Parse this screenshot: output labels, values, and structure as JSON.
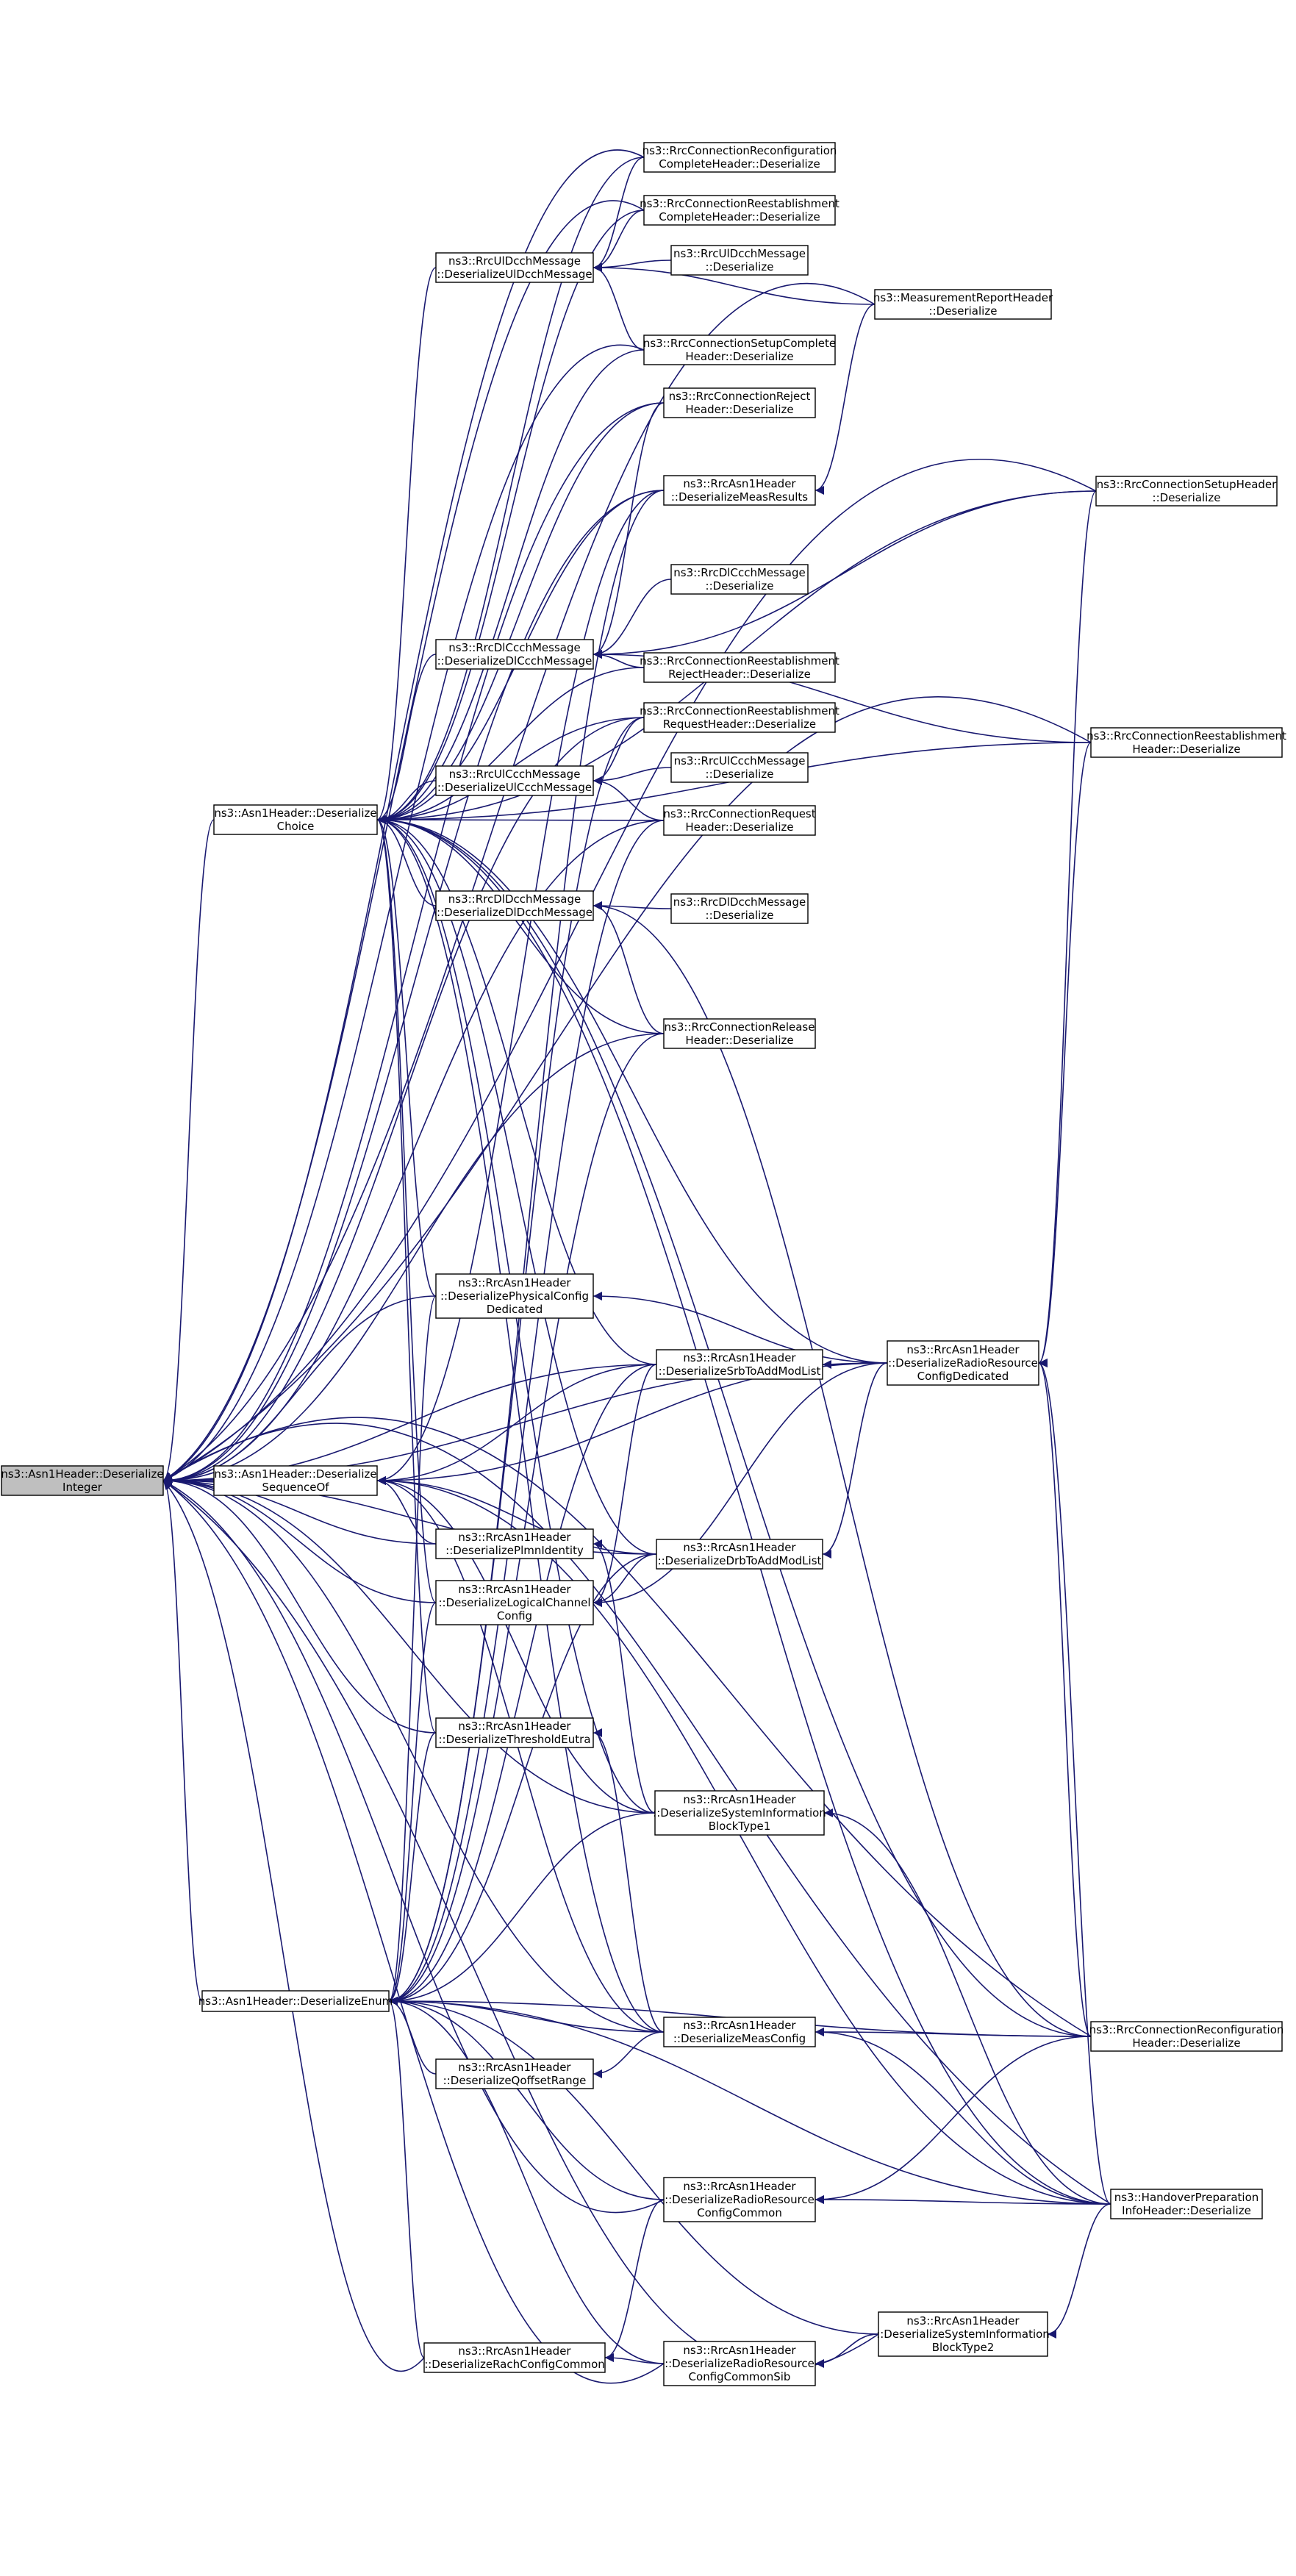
{
  "graph": {
    "edge_color": "#191970",
    "root_fill": "#bfbfbf",
    "node_fill": "#ffffff",
    "nodes": [
      {
        "id": "root",
        "lines": [
          "ns3::Asn1Header::Deserialize",
          "Integer"
        ],
        "root": true
      },
      {
        "id": "choice",
        "lines": [
          "ns3::Asn1Header::Deserialize",
          "Choice"
        ]
      },
      {
        "id": "seqof",
        "lines": [
          "ns3::Asn1Header::Deserialize",
          "SequenceOf"
        ]
      },
      {
        "id": "enum",
        "lines": [
          "ns3::Asn1Header::DeserializeEnum"
        ]
      },
      {
        "id": "ulDcch",
        "lines": [
          "ns3::RrcUlDcchMessage",
          "::DeserializeUlDcchMessage"
        ]
      },
      {
        "id": "dlCcch",
        "lines": [
          "ns3::RrcDlCcchMessage",
          "::DeserializeDlCcchMessage"
        ]
      },
      {
        "id": "ulCcch",
        "lines": [
          "ns3::RrcUlCcchMessage",
          "::DeserializeUlCcchMessage"
        ]
      },
      {
        "id": "dlDcch",
        "lines": [
          "ns3::RrcDlDcchMessage",
          "::DeserializeDlDcchMessage"
        ]
      },
      {
        "id": "physCfg",
        "lines": [
          "ns3::RrcAsn1Header",
          "::DeserializePhysicalConfig",
          "Dedicated"
        ]
      },
      {
        "id": "plmn",
        "lines": [
          "ns3::RrcAsn1Header",
          "::DeserializePlmnIdentity"
        ]
      },
      {
        "id": "logCh",
        "lines": [
          "ns3::RrcAsn1Header",
          "::DeserializeLogicalChannel",
          "Config"
        ]
      },
      {
        "id": "thresh",
        "lines": [
          "ns3::RrcAsn1Header",
          "::DeserializeThresholdEutra"
        ]
      },
      {
        "id": "qoff",
        "lines": [
          "ns3::RrcAsn1Header",
          "::DeserializeQoffsetRange"
        ]
      },
      {
        "id": "rach",
        "lines": [
          "ns3::RrcAsn1Header",
          "::DeserializeRachConfigCommon"
        ]
      },
      {
        "id": "recfgComplete",
        "lines": [
          "ns3::RrcConnectionReconfiguration",
          "CompleteHeader::Deserialize"
        ]
      },
      {
        "id": "reestComplete",
        "lines": [
          "ns3::RrcConnectionReestablishment",
          "CompleteHeader::Deserialize"
        ]
      },
      {
        "id": "ulDcchDes",
        "lines": [
          "ns3::RrcUlDcchMessage",
          "::Deserialize"
        ]
      },
      {
        "id": "setupComplete",
        "lines": [
          "ns3::RrcConnectionSetupComplete",
          "Header::Deserialize"
        ]
      },
      {
        "id": "reject",
        "lines": [
          "ns3::RrcConnectionReject",
          "Header::Deserialize"
        ]
      },
      {
        "id": "measResults",
        "lines": [
          "ns3::RrcAsn1Header",
          "::DeserializeMeasResults"
        ]
      },
      {
        "id": "dlCcchDes",
        "lines": [
          "ns3::RrcDlCcchMessage",
          "::Deserialize"
        ]
      },
      {
        "id": "reestReject",
        "lines": [
          "ns3::RrcConnectionReestablishment",
          "RejectHeader::Deserialize"
        ]
      },
      {
        "id": "reestRequest",
        "lines": [
          "ns3::RrcConnectionReestablishment",
          "RequestHeader::Deserialize"
        ]
      },
      {
        "id": "ulCcchDes",
        "lines": [
          "ns3::RrcUlCcchMessage",
          "::Deserialize"
        ]
      },
      {
        "id": "connRequest",
        "lines": [
          "ns3::RrcConnectionRequest",
          "Header::Deserialize"
        ]
      },
      {
        "id": "dlDcchDes",
        "lines": [
          "ns3::RrcDlDcchMessage",
          "::Deserialize"
        ]
      },
      {
        "id": "release",
        "lines": [
          "ns3::RrcConnectionRelease",
          "Header::Deserialize"
        ]
      },
      {
        "id": "srbMod",
        "lines": [
          "ns3::RrcAsn1Header",
          "::DeserializeSrbToAddModList"
        ]
      },
      {
        "id": "drbMod",
        "lines": [
          "ns3::RrcAsn1Header",
          "::DeserializeDrbToAddModList"
        ]
      },
      {
        "id": "sib1",
        "lines": [
          "ns3::RrcAsn1Header",
          "::DeserializeSystemInformation",
          "BlockType1"
        ]
      },
      {
        "id": "measConfig",
        "lines": [
          "ns3::RrcAsn1Header",
          "::DeserializeMeasConfig"
        ]
      },
      {
        "id": "rrCommon",
        "lines": [
          "ns3::RrcAsn1Header",
          "::DeserializeRadioResource",
          "ConfigCommon"
        ]
      },
      {
        "id": "rrCommonSib",
        "lines": [
          "ns3::RrcAsn1Header",
          "::DeserializeRadioResource",
          "ConfigCommonSib"
        ]
      },
      {
        "id": "measReport",
        "lines": [
          "ns3::MeasurementReportHeader",
          "::Deserialize"
        ]
      },
      {
        "id": "rrDedicated",
        "lines": [
          "ns3::RrcAsn1Header",
          "::DeserializeRadioResource",
          "ConfigDedicated"
        ]
      },
      {
        "id": "sib2",
        "lines": [
          "ns3::RrcAsn1Header",
          "::DeserializeSystemInformation",
          "BlockType2"
        ]
      },
      {
        "id": "setupHeader",
        "lines": [
          "ns3::RrcConnectionSetupHeader",
          "::Deserialize"
        ]
      },
      {
        "id": "reestHeader",
        "lines": [
          "ns3::RrcConnectionReestablishment",
          "Header::Deserialize"
        ]
      },
      {
        "id": "recfgHeader",
        "lines": [
          "ns3::RrcConnectionReconfiguration",
          "Header::Deserialize"
        ]
      },
      {
        "id": "handover",
        "lines": [
          "ns3::HandoverPreparation",
          "InfoHeader::Deserialize"
        ]
      }
    ],
    "edges": [
      [
        "choice",
        "root"
      ],
      [
        "seqof",
        "root"
      ],
      [
        "enum",
        "root"
      ],
      [
        "recfgComplete",
        "root"
      ],
      [
        "reestComplete",
        "root"
      ],
      [
        "setupComplete",
        "root"
      ],
      [
        "reject",
        "root"
      ],
      [
        "measResults",
        "root"
      ],
      [
        "reestRequest",
        "root"
      ],
      [
        "connRequest",
        "root"
      ],
      [
        "release",
        "root"
      ],
      [
        "physCfg",
        "root"
      ],
      [
        "srbMod",
        "root"
      ],
      [
        "plmn",
        "root"
      ],
      [
        "logCh",
        "root"
      ],
      [
        "drbMod",
        "root"
      ],
      [
        "thresh",
        "root"
      ],
      [
        "sib1",
        "root"
      ],
      [
        "measConfig",
        "root"
      ],
      [
        "rrCommon",
        "root"
      ],
      [
        "rach",
        "root"
      ],
      [
        "rrCommonSib",
        "root"
      ],
      [
        "measReport",
        "root"
      ],
      [
        "setupHeader",
        "root"
      ],
      [
        "reestHeader",
        "root"
      ],
      [
        "rrDedicated",
        "root"
      ],
      [
        "recfgHeader",
        "root"
      ],
      [
        "handover",
        "root"
      ],
      [
        "sib2",
        "root"
      ],
      [
        "ulDcch",
        "choice"
      ],
      [
        "dlCcch",
        "choice"
      ],
      [
        "ulCcch",
        "choice"
      ],
      [
        "dlDcch",
        "choice"
      ],
      [
        "recfgComplete",
        "choice"
      ],
      [
        "reestComplete",
        "choice"
      ],
      [
        "setupComplete",
        "choice"
      ],
      [
        "reject",
        "choice"
      ],
      [
        "measResults",
        "choice"
      ],
      [
        "reestReject",
        "choice"
      ],
      [
        "reestRequest",
        "choice"
      ],
      [
        "connRequest",
        "choice"
      ],
      [
        "release",
        "choice"
      ],
      [
        "setupHeader",
        "choice"
      ],
      [
        "reestHeader",
        "choice"
      ],
      [
        "srbMod",
        "choice"
      ],
      [
        "drbMod",
        "choice"
      ],
      [
        "physCfg",
        "choice"
      ],
      [
        "logCh",
        "choice"
      ],
      [
        "thresh",
        "choice"
      ],
      [
        "measConfig",
        "choice"
      ],
      [
        "rrDedicated",
        "choice"
      ],
      [
        "recfgHeader",
        "choice"
      ],
      [
        "handover",
        "choice"
      ],
      [
        "sib1",
        "choice"
      ],
      [
        "ulDcchDes",
        "ulDcch"
      ],
      [
        "recfgComplete",
        "ulDcch"
      ],
      [
        "reestComplete",
        "ulDcch"
      ],
      [
        "setupComplete",
        "ulDcch"
      ],
      [
        "measReport",
        "ulDcch"
      ],
      [
        "dlCcchDes",
        "dlCcch"
      ],
      [
        "reestReject",
        "dlCcch"
      ],
      [
        "reject",
        "dlCcch"
      ],
      [
        "setupHeader",
        "dlCcch"
      ],
      [
        "reestHeader",
        "dlCcch"
      ],
      [
        "ulCcchDes",
        "ulCcch"
      ],
      [
        "reestRequest",
        "ulCcch"
      ],
      [
        "connRequest",
        "ulCcch"
      ],
      [
        "dlDcchDes",
        "dlDcch"
      ],
      [
        "release",
        "dlDcch"
      ],
      [
        "recfgHeader",
        "dlDcch"
      ],
      [
        "srbMod",
        "seqof"
      ],
      [
        "drbMod",
        "seqof"
      ],
      [
        "rrDedicated",
        "seqof"
      ],
      [
        "plmn",
        "seqof"
      ],
      [
        "measResults",
        "seqof"
      ],
      [
        "sib1",
        "seqof"
      ],
      [
        "measConfig",
        "seqof"
      ],
      [
        "handover",
        "seqof"
      ],
      [
        "logCh",
        "enum"
      ],
      [
        "thresh",
        "enum"
      ],
      [
        "qoff",
        "enum"
      ],
      [
        "rach",
        "enum"
      ],
      [
        "measConfig",
        "enum"
      ],
      [
        "rrCommon",
        "enum"
      ],
      [
        "rrCommonSib",
        "enum"
      ],
      [
        "sib2",
        "enum"
      ],
      [
        "physCfg",
        "enum"
      ],
      [
        "drbMod",
        "enum"
      ],
      [
        "srbMod",
        "enum"
      ],
      [
        "sib1",
        "enum"
      ],
      [
        "measResults",
        "enum"
      ],
      [
        "release",
        "enum"
      ],
      [
        "connRequest",
        "enum"
      ],
      [
        "reestRequest",
        "enum"
      ],
      [
        "recfgHeader",
        "enum"
      ],
      [
        "handover",
        "enum"
      ],
      [
        "rrDedicated",
        "physCfg"
      ],
      [
        "rrDedicated",
        "srbMod"
      ],
      [
        "rrDedicated",
        "drbMod"
      ],
      [
        "rrDedicated",
        "logCh"
      ],
      [
        "drbMod",
        "logCh"
      ],
      [
        "srbMod",
        "logCh"
      ],
      [
        "sib1",
        "plmn"
      ],
      [
        "measConfig",
        "thresh"
      ],
      [
        "measConfig",
        "qoff"
      ],
      [
        "rrCommon",
        "rach"
      ],
      [
        "rrCommonSib",
        "rach"
      ],
      [
        "sib2",
        "rrCommonSib"
      ],
      [
        "measReport",
        "measResults"
      ],
      [
        "recfgHeader",
        "measConfig"
      ],
      [
        "handover",
        "measConfig"
      ],
      [
        "setupHeader",
        "rrDedicated"
      ],
      [
        "reestHeader",
        "rrDedicated"
      ],
      [
        "recfgHeader",
        "rrDedicated"
      ],
      [
        "handover",
        "rrDedicated"
      ],
      [
        "handover",
        "sib1"
      ],
      [
        "handover",
        "sib2"
      ],
      [
        "recfgHeader",
        "rrCommon"
      ],
      [
        "handover",
        "rrCommon"
      ]
    ]
  }
}
